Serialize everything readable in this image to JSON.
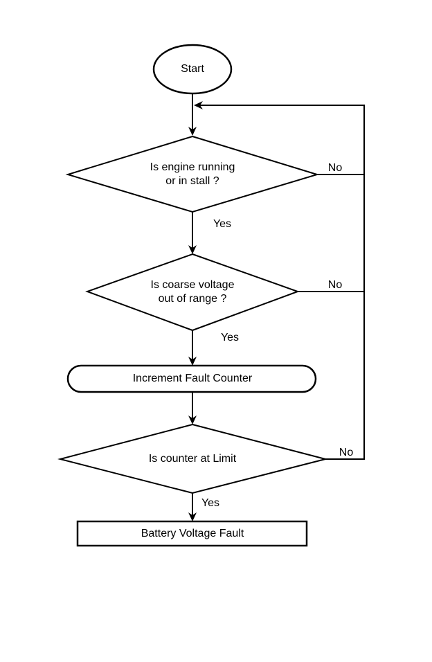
{
  "flowchart": {
    "start": {
      "label": "Start"
    },
    "decisions": [
      {
        "question": "Is engine running\nor in stall ?",
        "yes_label": "Yes",
        "no_label": "No"
      },
      {
        "question": "Is coarse voltage\nout of range ?",
        "yes_label": "Yes",
        "no_label": "No"
      },
      {
        "question": "Is counter at Limit",
        "yes_label": "Yes",
        "no_label": "No"
      }
    ],
    "process": {
      "label": "Increment Fault Counter"
    },
    "terminal": {
      "label": "Battery Voltage Fault"
    },
    "colors": {
      "line": "#000000",
      "shape_fill": "#ffffff",
      "text": "#000000",
      "background": "#ffffff"
    }
  }
}
